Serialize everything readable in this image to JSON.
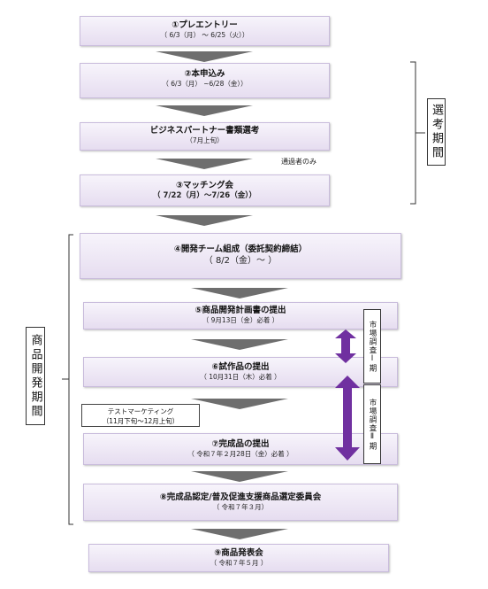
{
  "steps": [
    {
      "title": "①プレエントリー",
      "sub": "（ 6/3（月） ～ 6/25（火））"
    },
    {
      "title": "②本申込み",
      "sub": "（ 6/3（月） ~6/28（金））"
    },
    {
      "title": "ビジネスパートナー書類選考",
      "sub": "（7月上旬）"
    },
    {
      "title": "③マッチング会",
      "sub": "（ 7/22（月）～7/26（金））"
    },
    {
      "title": "④開発チーム組成（委託契約締結）",
      "sub": "（ 8/2（金）～ ）"
    },
    {
      "title": "⑤商品開発計画書の提出",
      "sub": "（ 9月13日（金）必着 ）"
    },
    {
      "title": "⑥試作品の提出",
      "sub": "（ 10月31日（木）必着 ）"
    },
    {
      "title": "⑦完成品の提出",
      "sub": "（ 令和７年２月28日（金）必着 ）"
    },
    {
      "title": "⑧完成品認定/普及促進支援商品選定委員会",
      "sub": "（ 令和７年３月）"
    },
    {
      "title": "⑨商品発表会",
      "sub": "（ 令和７年５月 ）"
    }
  ],
  "labels": {
    "selection_period": "選考期間",
    "development_period": "商品開発期間",
    "market_research_1": "市場調査Ⅰ期",
    "market_research_2": "市場調査Ⅱ期",
    "passed_only": "通過者のみ",
    "test_marketing_title": "テストマーケティング",
    "test_marketing_sub": "（11月下旬～12月上旬）"
  },
  "colors": {
    "box_fill": "#e6ddf0",
    "box_border": "#c9bcdc",
    "arrow": "#6e6e6e",
    "research_arrow": "#7030a0"
  }
}
